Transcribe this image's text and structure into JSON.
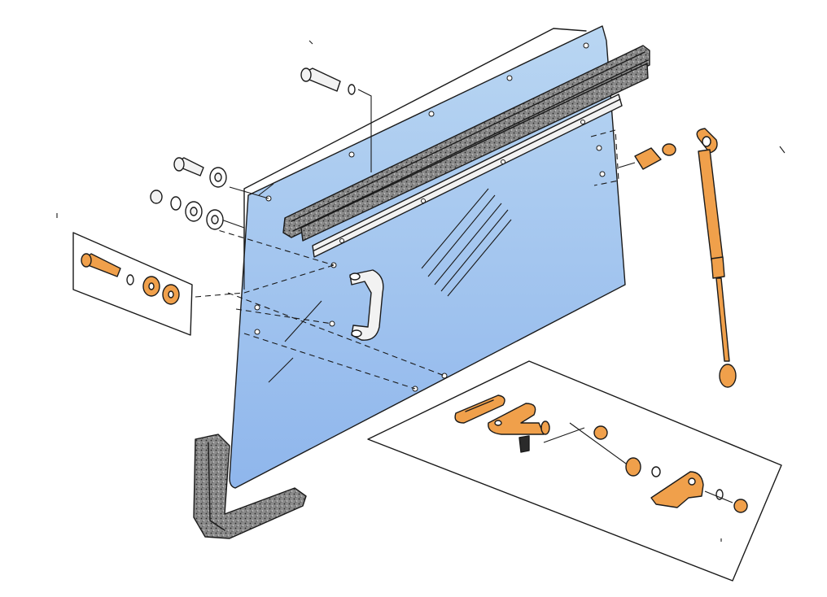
{
  "colors": {
    "glass_top": "#b9d6f2",
    "glass_bottom": "#8fb6ec",
    "hardware": "#f0a04b",
    "seal": "#8a8a8a",
    "metal": "#f2f2f2",
    "outline": "#1a1a1a"
  },
  "parts": [
    "glass-panel",
    "top-seal-channel",
    "rubber-seal-strip",
    "glass-handle",
    "hinge-bolt-washer-set",
    "gas-strut",
    "strut-ball-stud",
    "hinge-pivot-assembly",
    "corner-seal-strip",
    "mounting-bolts"
  ]
}
